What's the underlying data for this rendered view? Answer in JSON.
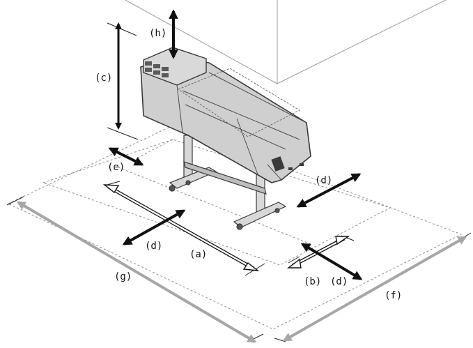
{
  "labels": {
    "a": "(a)",
    "b": "(b)",
    "c": "(c)",
    "d": "(d)",
    "e": "(e)",
    "f": "(f)",
    "g": "(g)",
    "h": "(h)"
  },
  "colors": {
    "printer_body": "#cfcfcf",
    "printer_outline": "#3a3a3a",
    "grey_arrow": "#a6a6a6",
    "black_arrow": "#111111",
    "dashed_line": "#8a8a8a",
    "wall_line": "#9a9a9a"
  }
}
